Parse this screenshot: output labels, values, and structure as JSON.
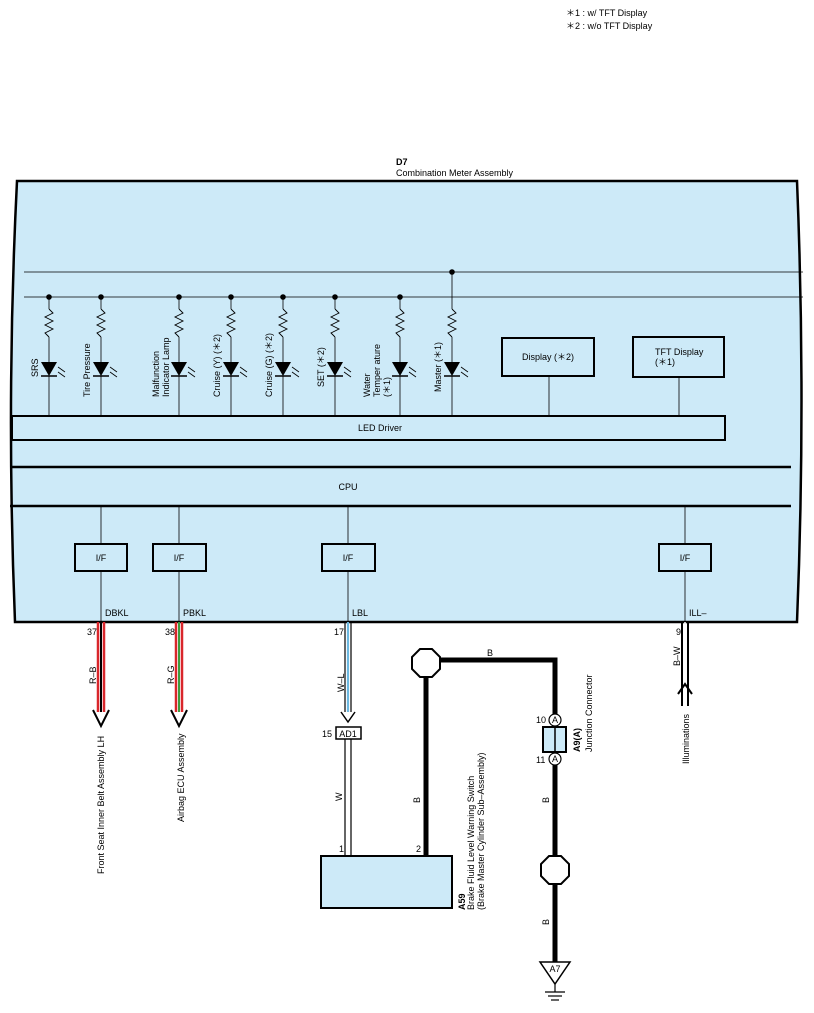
{
  "notes": [
    "＊1 : w/ TFT Display",
    "＊2 : w/o TFT Display"
  ],
  "meter": {
    "code": "D7",
    "name": "Combination Meter Assembly"
  },
  "leds": [
    "SRS",
    "Tire Pressure",
    "Malfunction",
    "Indicator Lamp",
    "Cruise (Y) (＊2)",
    "Cruise (G) (＊2)",
    "SET (＊2)",
    "Water",
    "Temper ature",
    "(＊1)",
    "Master (＊1)"
  ],
  "displays": {
    "display2": "Display (＊2)",
    "tft_line1": "TFT Display",
    "tft_line2": "(＊1)"
  },
  "led_driver": "LED Driver",
  "cpu": "CPU",
  "interface_label": "I/F",
  "terminals": {
    "dbkl": {
      "name": "DBKL",
      "pin": "37",
      "wire": "R–B",
      "dest": "Front Seat Inner Belt Assembly LH"
    },
    "pbkl": {
      "name": "PBKL",
      "pin": "38",
      "wire": "R–G",
      "dest": "Airbag ECU Assembly"
    },
    "lbl": {
      "name": "LBL",
      "pin": "17",
      "wire": "W–L"
    },
    "ill": {
      "name": "ILL–",
      "pin": "9",
      "wire": "B–W",
      "dest": "Illuminations"
    }
  },
  "connector_ad1": {
    "pin": "15",
    "name": "AD1"
  },
  "switch_a59": {
    "code": "A59",
    "line1": "Brake Fluid Level Warning Switch",
    "line2": "(Brake Master Cylinder Sub–Assembly)",
    "pin1": "1",
    "pin2": "2"
  },
  "wires": {
    "w": "W",
    "b": "B"
  },
  "junction": {
    "code": "A9(A)",
    "name": "Junction Connector",
    "pin_top": "10",
    "pin_bottom": "11",
    "letter": "A"
  },
  "ground": {
    "code": "A7"
  },
  "colors": {
    "panel": "#cdeaf8",
    "red": "#d9262b",
    "green": "#3d9b3d",
    "blue": "#6cb8e0"
  }
}
